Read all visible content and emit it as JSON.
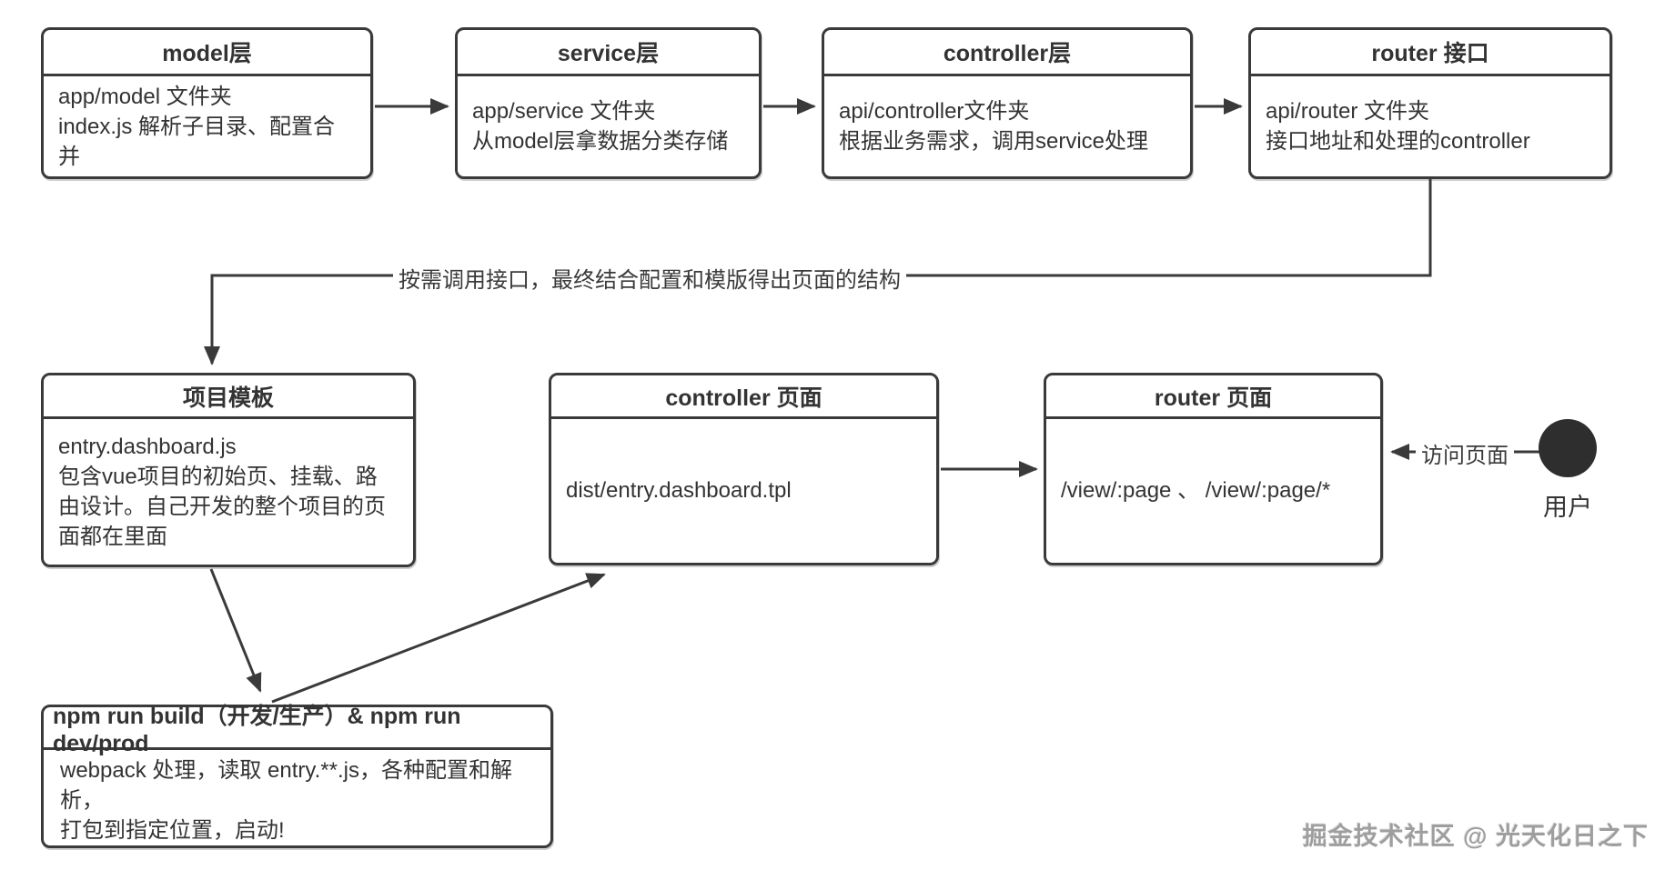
{
  "colors": {
    "line": "#3a3a3a",
    "text": "#333333",
    "box_background": "#ffffff",
    "user_fill": "#2e2e2e",
    "watermark": "#9e9e9e"
  },
  "top_row": [
    {
      "title": "model层",
      "line1": "app/model 文件夹",
      "line2": "index.js 解析子目录、配置合并"
    },
    {
      "title": "service层",
      "line1": "app/service 文件夹",
      "line2": "从model层拿数据分类存储"
    },
    {
      "title": "controller层",
      "line1": "api/controller文件夹",
      "line2": "根据业务需求，调用service处理"
    },
    {
      "title": "router 接口",
      "line1": "api/router 文件夹",
      "line2": "接口地址和处理的controller"
    }
  ],
  "flow_label": "按需调用接口，最终结合配置和模版得出页面的结构",
  "row2": {
    "template_box": {
      "title": "项目模板",
      "line1": "entry.dashboard.js",
      "line2": "包含vue项目的初始页、挂载、路由设计。自己开发的整个项目的页面都在里面"
    },
    "controller_page_box": {
      "title": "controller 页面",
      "body": "dist/entry.dashboard.tpl"
    },
    "router_page_box": {
      "title": "router 页面",
      "body": "/view/:page 、 /view/:page/*"
    }
  },
  "user": {
    "label": "用户",
    "arrow_label": "访问页面"
  },
  "build_box": {
    "title": "npm run build（开发/生产）& npm run dev/prod",
    "line1": "webpack 处理，读取 entry.**.js，各种配置和解析，",
    "line2": "打包到指定位置，启动!"
  },
  "watermark": "掘金技术社区 @ 光天化日之下"
}
